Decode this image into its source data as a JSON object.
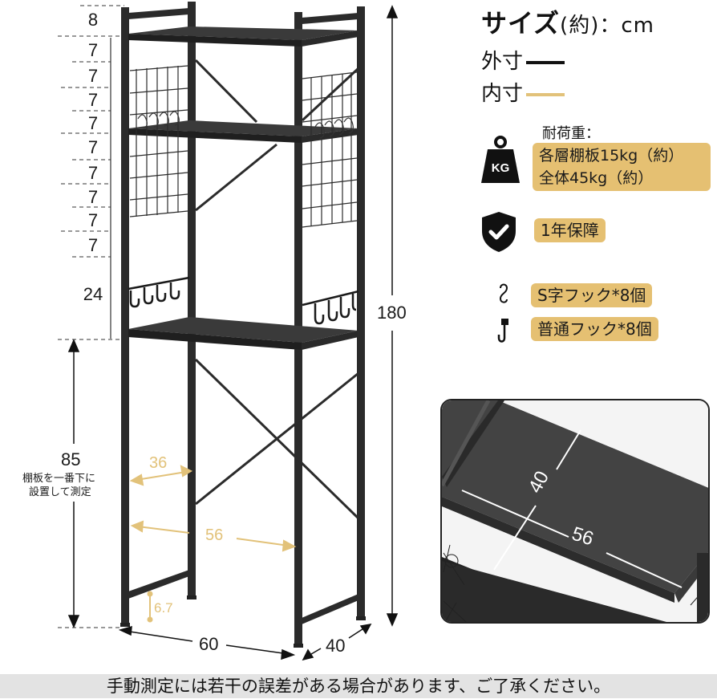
{
  "legend": {
    "title": "サイズ",
    "title_suffix": "(約)：cm",
    "outer_label": "外寸",
    "inner_label": "内寸",
    "outer_color": "#111111",
    "inner_color": "#e2c27a"
  },
  "specs": {
    "load_heading": "耐荷重：",
    "load_line1": "各層棚板15kg（約）",
    "load_line2": "全体45kg（約）",
    "weight_icon_text": "KG",
    "warranty": "1年保障",
    "s_hook": "S字フック*8個",
    "normal_hook": "普通フック*8個",
    "pill_color": "#e5c072"
  },
  "dimensions": {
    "top_segment": "8",
    "segments": [
      "7",
      "7",
      "7",
      "7",
      "7",
      "7",
      "7",
      "7",
      "7"
    ],
    "bottom_segment": "24",
    "total_height": "180",
    "lower_height": "85",
    "lower_note_line1": "棚板を一番下に",
    "lower_note_line2": "設置して測定",
    "inner_depth": "36",
    "inner_width": "56",
    "foot_height": "6.7",
    "outer_width": "60",
    "outer_depth": "40"
  },
  "inset": {
    "depth_label": "40",
    "width_label": "56"
  },
  "footer": {
    "note": "手動測定には若干の誤差がある場合があります、ご了承ください。"
  }
}
